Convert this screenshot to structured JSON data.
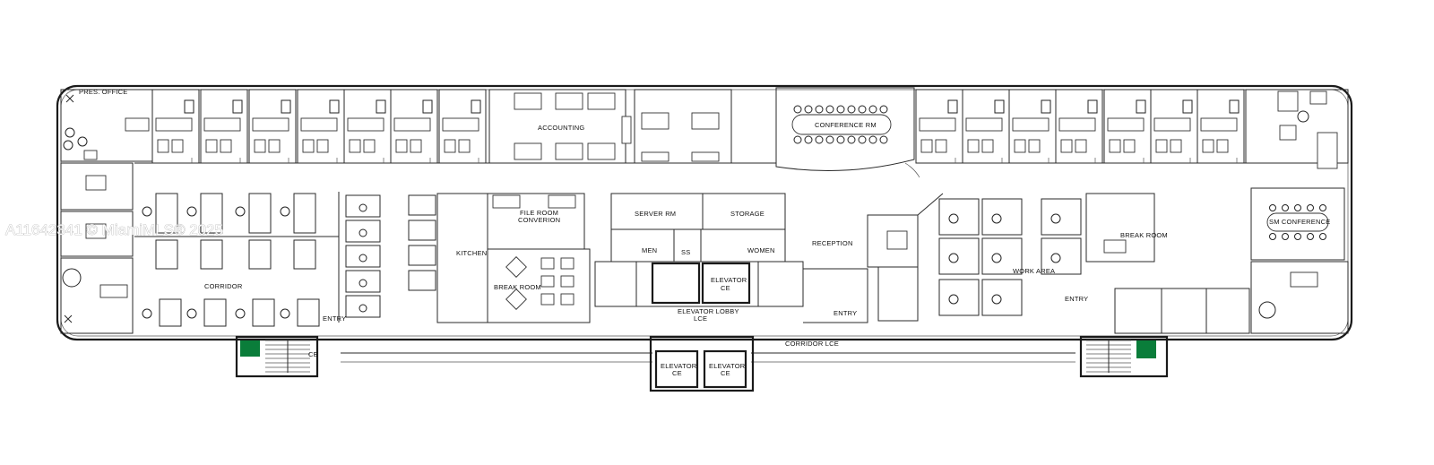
{
  "watermark": "A11642341 © MiamiMLS® 2025",
  "rooms": {
    "pres_office": "PRES. OFFICE",
    "accounting": "ACCOUNTING",
    "conference_rm": "CONFERENCE RM",
    "file_room_1": "FILE ROOM",
    "file_room_2": "CONVERION",
    "server_rm": "SERVER RM",
    "storage": "STORAGE",
    "reception": "RECEPTION",
    "break_room_right": "BREAK ROOM",
    "sm_conference": "SM CONFERENCE",
    "kitchen": "KITCHEN",
    "men": "MEN",
    "ss": "SS",
    "women": "WOMEN",
    "break_room_left": "BREAK ROOM",
    "work_area": "WORK AREA",
    "corridor": "CORRIDOR",
    "elevator_ce_1": "ELEVATOR",
    "elevator_ce_1b": "CE",
    "entry_left": "ENTRY",
    "entry_mid": "ENTRY",
    "entry_right": "ENTRY",
    "elevator_lobby": "ELEVATOR LOBBY",
    "elevator_lobby_b": "LCE",
    "corridor_lce": "CORRIDOR LCE",
    "elevator_ce_2": "ELEVATOR",
    "elevator_ce_2b": "CE",
    "elevator_ce_3": "ELEVATOR",
    "elevator_ce_3b": "CE",
    "ce_tag": "CE"
  }
}
